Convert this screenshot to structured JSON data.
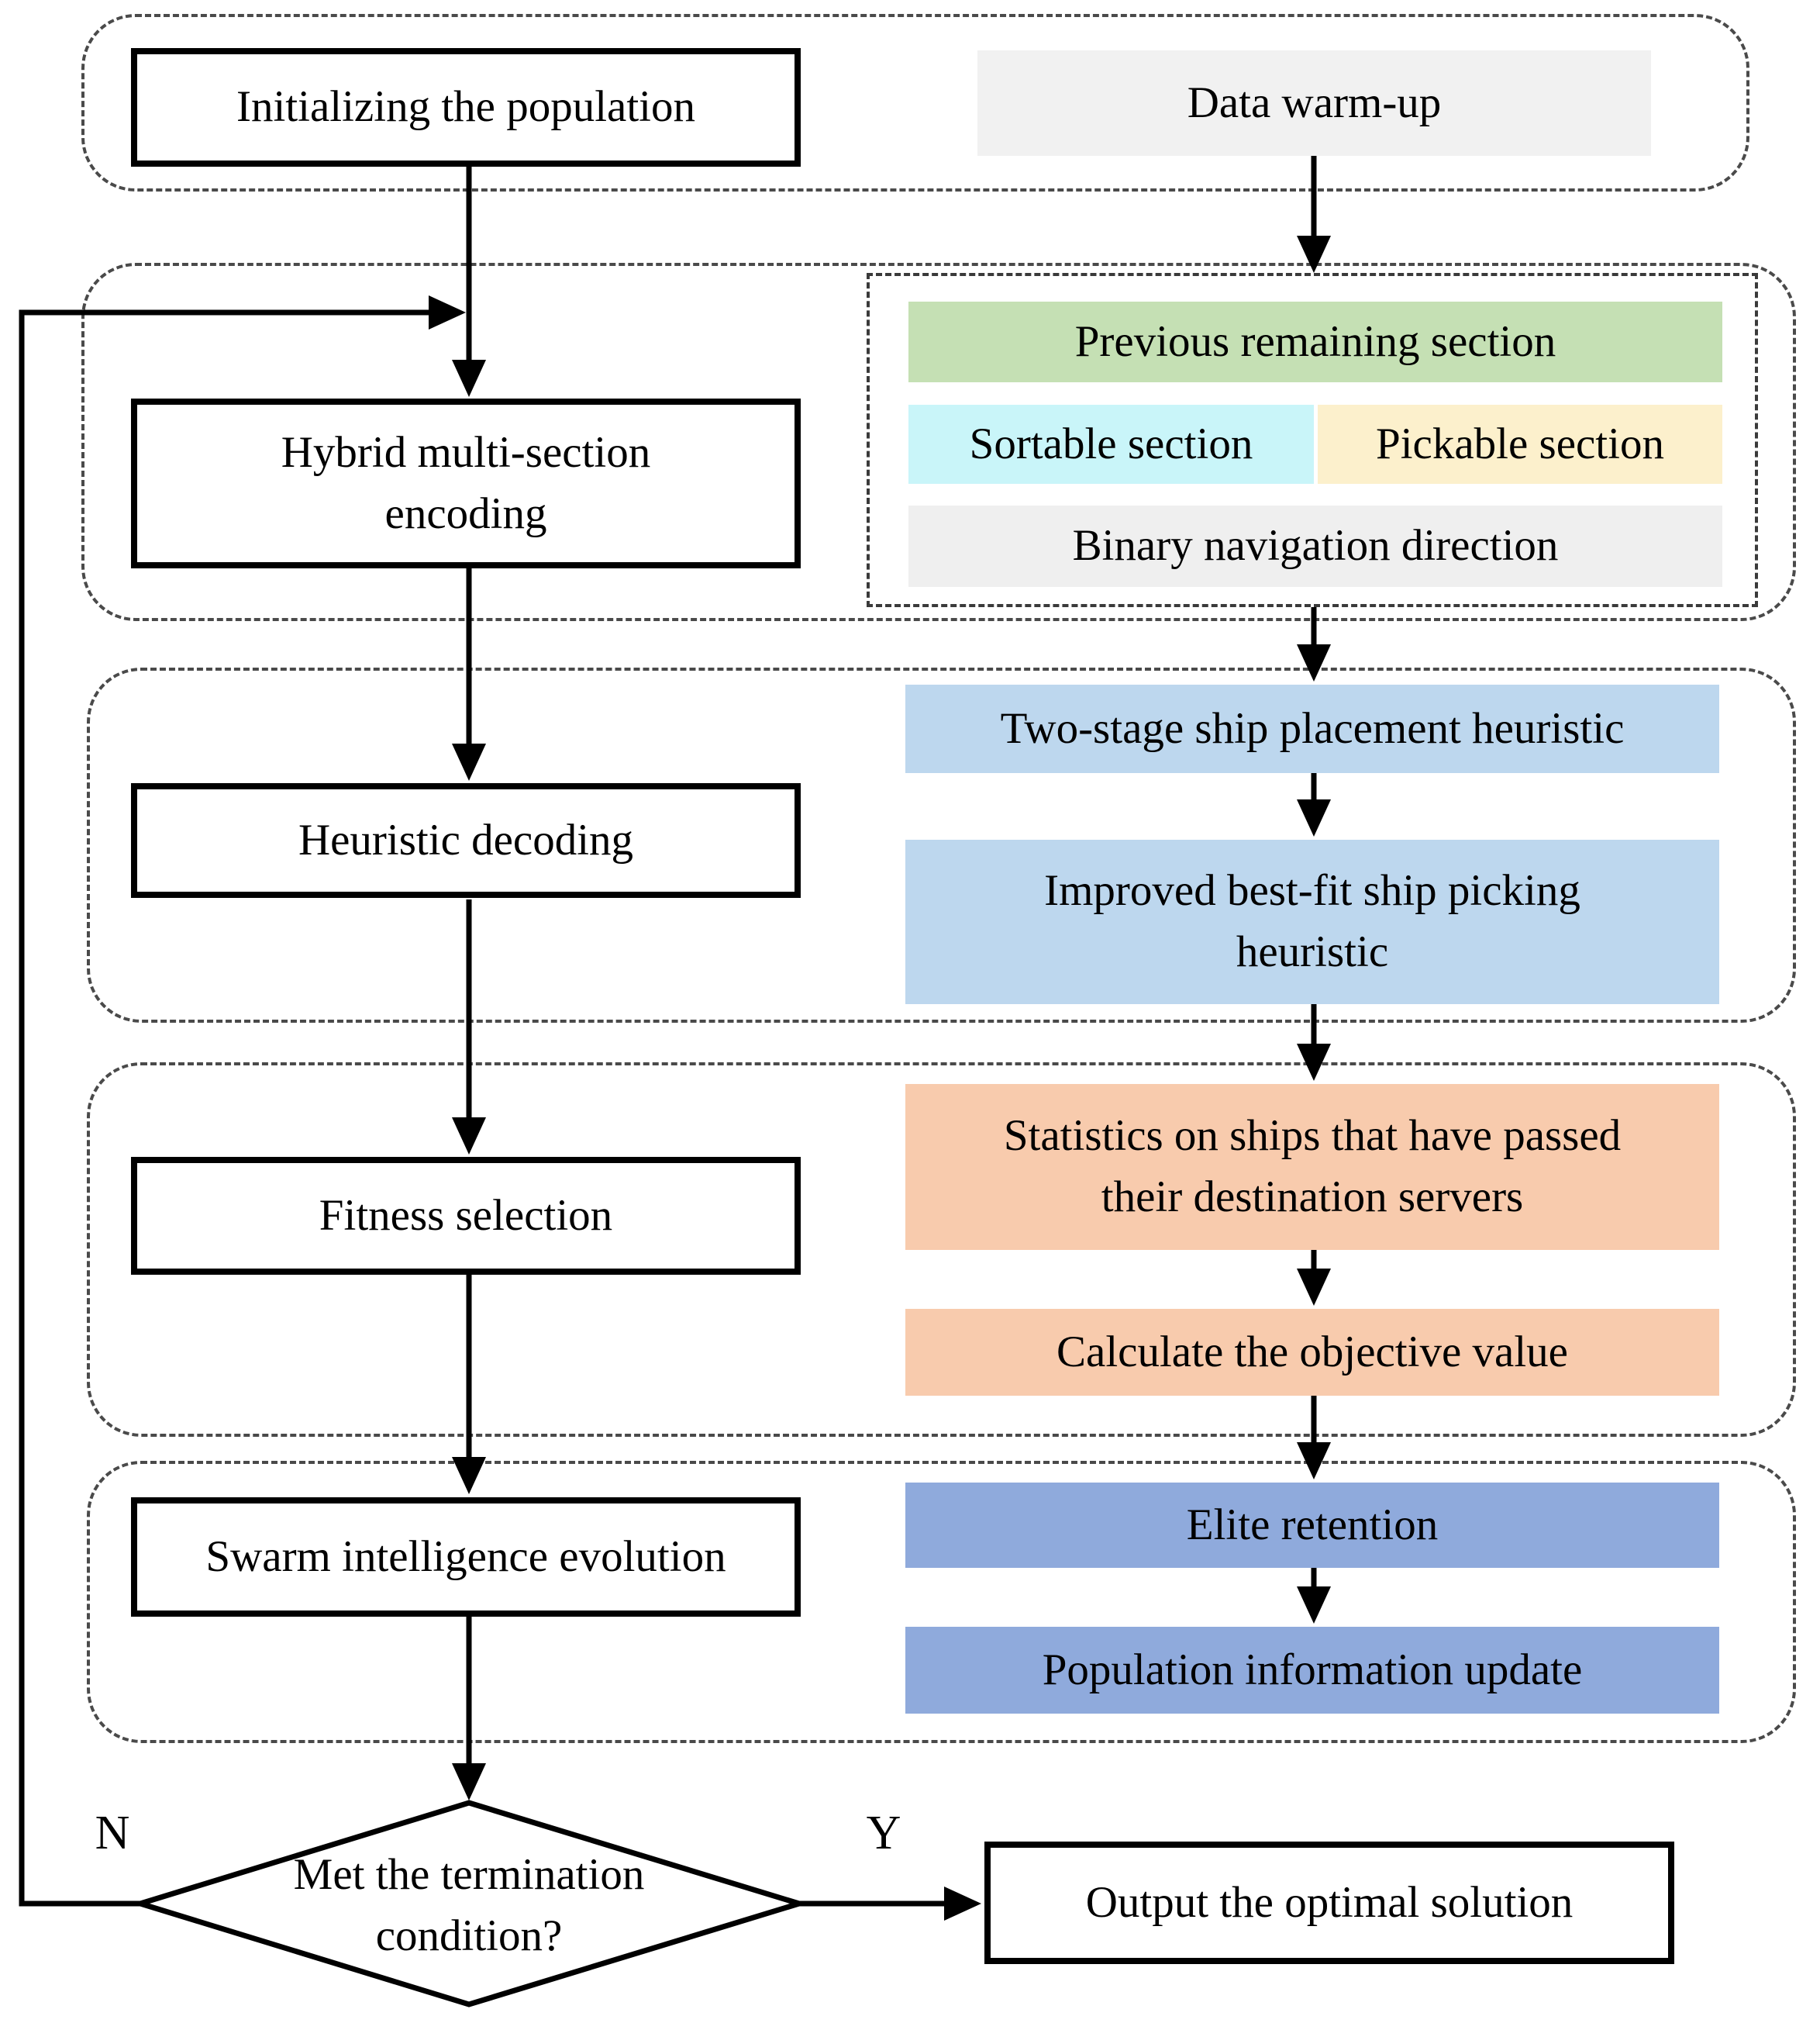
{
  "left_column": {
    "init": "Initializing the population",
    "encoding": "Hybrid multi-section\nencoding",
    "decoding": "Heuristic decoding",
    "fitness": "Fitness selection",
    "swarm": "Swarm intelligence evolution"
  },
  "right_column": {
    "warmup": "Data warm-up",
    "placement": "Two-stage ship placement heuristic",
    "picking": "Improved best-fit ship picking\nheuristic",
    "statistics": "Statistics on ships that have passed\ntheir destination servers",
    "objective": "Calculate the objective value",
    "elite": "Elite retention",
    "population_update": "Population information update"
  },
  "encoding_sections": {
    "previous": "Previous remaining section",
    "sortable": "Sortable section",
    "pickable": "Pickable section",
    "binary": "Binary navigation direction"
  },
  "decision": {
    "question": "Met the termination\ncondition?",
    "no_label": "N",
    "yes_label": "Y"
  },
  "output": {
    "label": "Output the optimal solution"
  },
  "colors": {
    "warmup_bg": "#f1f1f1",
    "previous_bg": "#c5e0b4",
    "sortable_bg": "#c9f5f9",
    "pickable_bg": "#fcf0cc",
    "binary_bg": "#efefef",
    "heuristic_bg": "#bdd7ee",
    "fitness_bg": "#f8cbad",
    "evolution_bg": "#8faadc"
  }
}
